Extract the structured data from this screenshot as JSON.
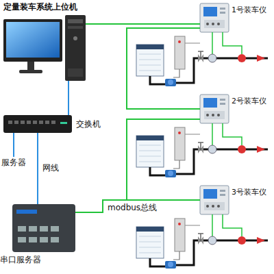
{
  "diagram": {
    "nodes": [
      {
        "text": [
          "定量装车系统上位机"
        ]
      },
      {
        "text": [
          "交换机"
        ]
      },
      {
        "text": [
          "服务器"
        ]
      },
      {
        "text": [
          "串口服务器"
        ]
      },
      {
        "text": [
          "1号装车仪"
        ]
      },
      {
        "text": [
          "2号装车仪"
        ]
      },
      {
        "text": [
          "3号装车仪"
        ]
      }
    ],
    "edges": [
      {
        "from": 0,
        "to": 1,
        "arrow": "none"
      },
      {
        "from": 1,
        "to": 2,
        "arrow": "none"
      },
      {
        "from": 1,
        "to": 3,
        "label": "网线",
        "arrow": "none"
      },
      {
        "from": 0,
        "to": 4,
        "arrow": "none"
      },
      {
        "from": 4,
        "to": 5,
        "arrow": "none"
      },
      {
        "from": 5,
        "to": 6,
        "arrow": "none"
      },
      {
        "from": 3,
        "to": 6,
        "label": "modbus总线",
        "arrow": "none"
      }
    ]
  }
}
